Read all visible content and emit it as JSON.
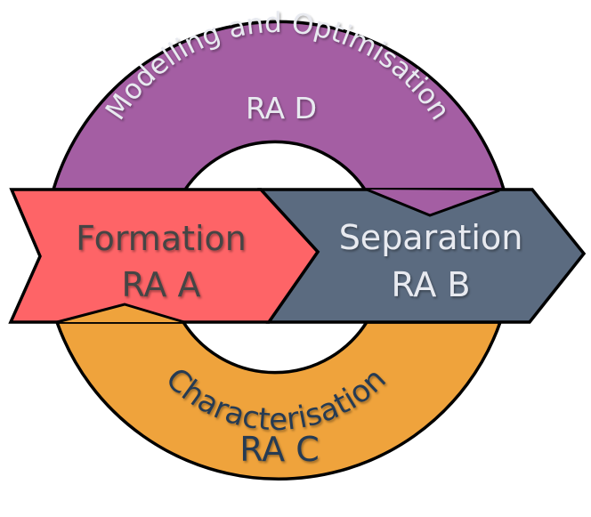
{
  "diagram": {
    "type": "cycle",
    "colors": {
      "purple": "#a45ea3",
      "red": "#fe6467",
      "slate": "#5b6b80",
      "orange": "#efa33c",
      "outline": "#000000",
      "text_light": "#e8eaf0",
      "text_dark": "#444444",
      "text_navy": "#263a52"
    },
    "areas": [
      {
        "id": "D",
        "title": "Modelling and Optimisation",
        "code": "RA D",
        "color": "purple",
        "position": "top-arc"
      },
      {
        "id": "A",
        "title": "Formation",
        "code": "RA A",
        "color": "red",
        "position": "left-arrow"
      },
      {
        "id": "B",
        "title": "Separation",
        "code": "RA B",
        "color": "slate",
        "position": "right-arrow"
      },
      {
        "id": "C",
        "title": "Characterisation",
        "code": "RA C",
        "color": "orange",
        "position": "bottom-arc"
      }
    ]
  }
}
